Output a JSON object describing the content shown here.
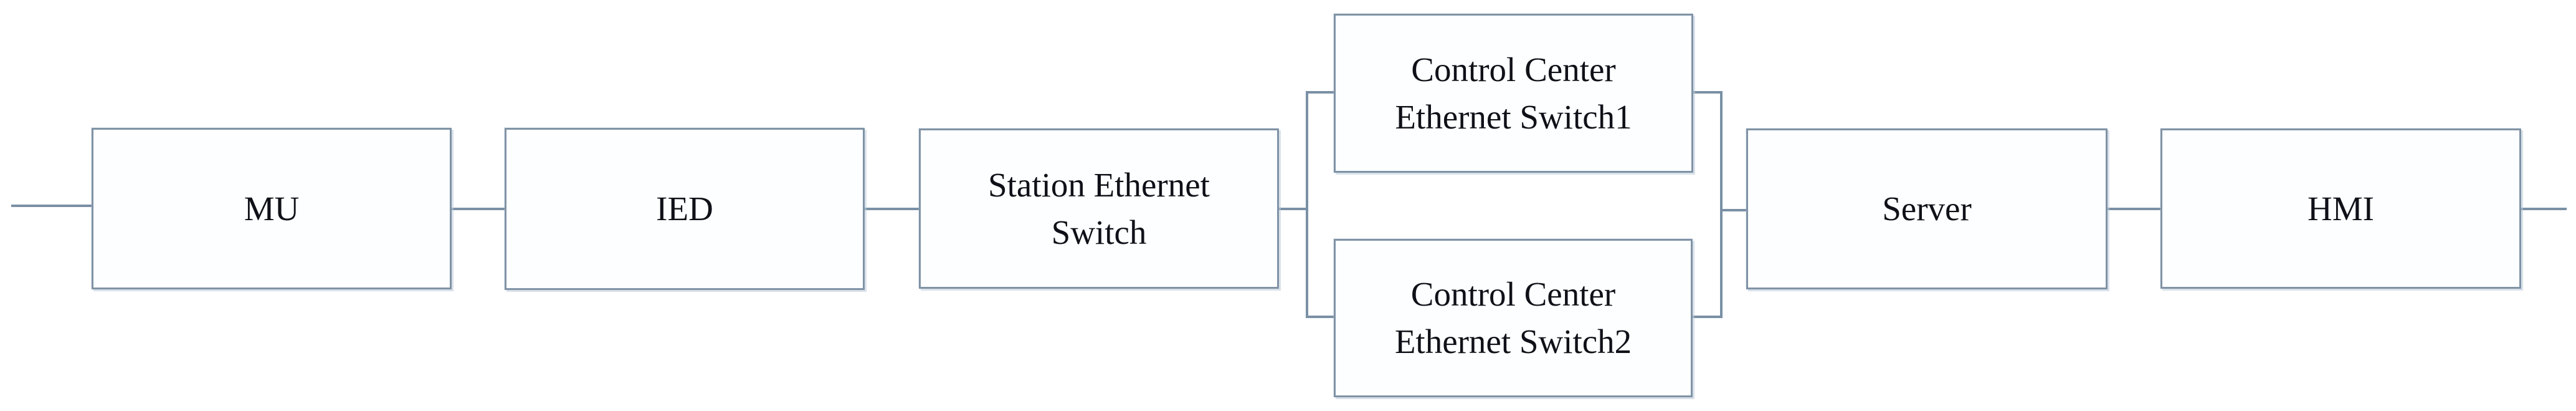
{
  "diagram": {
    "type": "block-diagram",
    "description": "Substation communication network chain with redundant control center switches",
    "colors": {
      "background": "#ffffff",
      "box_fill": "#fdfeff",
      "box_border": "#8093a6",
      "connector_line": "#7a90a5",
      "label_text": "#101018"
    },
    "nodes": [
      {
        "id": "mu",
        "label": "MU",
        "lines": [
          "MU"
        ]
      },
      {
        "id": "ied",
        "label": "IED",
        "lines": [
          "IED"
        ]
      },
      {
        "id": "station",
        "label": "Station Ethernet Switch",
        "lines": [
          "Station Ethernet",
          "Switch"
        ]
      },
      {
        "id": "cc1",
        "label": "Control Center Ethernet Switch1",
        "lines": [
          "Control Center",
          "Ethernet Switch1"
        ]
      },
      {
        "id": "cc2",
        "label": "Control Center Ethernet Switch2",
        "lines": [
          "Control Center",
          "Ethernet Switch2"
        ]
      },
      {
        "id": "server",
        "label": "Server",
        "lines": [
          "Server"
        ]
      },
      {
        "id": "hmi",
        "label": "HMI",
        "lines": [
          "HMI"
        ]
      }
    ],
    "edges": [
      {
        "from": "external-left",
        "to": "mu"
      },
      {
        "from": "mu",
        "to": "ied"
      },
      {
        "from": "ied",
        "to": "station"
      },
      {
        "from": "station",
        "to": "cc1"
      },
      {
        "from": "station",
        "to": "cc2"
      },
      {
        "from": "cc1",
        "to": "server"
      },
      {
        "from": "cc2",
        "to": "server"
      },
      {
        "from": "server",
        "to": "hmi"
      },
      {
        "from": "hmi",
        "to": "external-right"
      }
    ]
  }
}
